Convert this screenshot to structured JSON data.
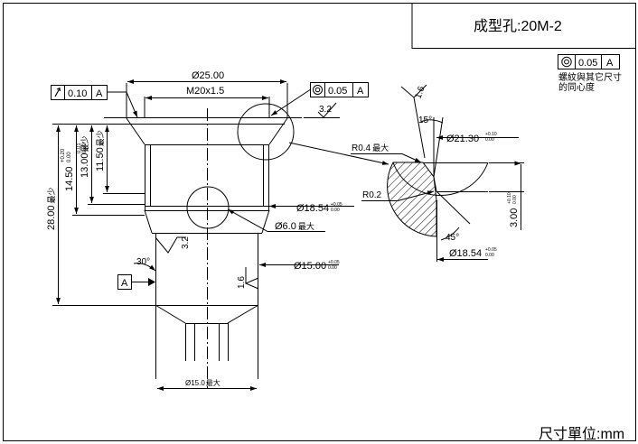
{
  "title_block": {
    "title": "成型孔:20M-2"
  },
  "concentricity_note": {
    "symbol_name": "concentricity-icon",
    "tolerance": "0.05",
    "datum": "A",
    "note_line1": "螺紋與其它尺寸",
    "note_line2": "的同心度"
  },
  "left_view": {
    "runout_frame": {
      "symbol_name": "runout-icon",
      "tolerance": "0.10",
      "datum": "A"
    },
    "concentric_frame": {
      "symbol_name": "concentricity-icon",
      "tolerance": "0.05",
      "datum": "A"
    },
    "dim_dia_25": "Ø25.00",
    "dim_thread": "M20x1.5",
    "finish_top": "3.2",
    "finish_side": "3.2",
    "finish_bottom": "1.6",
    "dim_14_50": "14.50",
    "tol_14_50_upper": "+0.20",
    "tol_14_50_lower": "0.00",
    "dim_13_00": "13.00",
    "tol_13_00_upper": "0.01",
    "tol_13_00_lower": "0.00",
    "dim_13_00_suffix": "最少",
    "dim_11_50": "11.50",
    "dim_11_50_suffix": "最少",
    "dim_28_00": "28.00",
    "dim_28_00_suffix": "最少",
    "dim_dia_18_54": "Ø18.54",
    "tol_18_54_upper": "+0.05",
    "tol_18_54_lower": "0.00",
    "dim_dia_6": "Ø6.0",
    "dim_dia_6_suffix": "最大",
    "dim_dia_15": "Ø15.00",
    "tol_15_upper": "+0.05",
    "tol_15_lower": "0.00",
    "angle_30": "30°",
    "datum_label": "A",
    "dim_bottom_dia": "Ø15.0",
    "dim_bottom_suffix": "最大"
  },
  "detail_view": {
    "finish": "1.6",
    "angle_15": "15°",
    "dim_dia_21_30": "Ø21.30",
    "tol_21_30_upper": "+0.10",
    "tol_21_30_lower": "0.00",
    "radius_04": "R0.4",
    "radius_04_suffix": "最大",
    "radius_02": "R0.2",
    "dim_3_00": "3.00",
    "tol_3_00_upper": "+0.10",
    "tol_3_00_lower": "0.00",
    "angle_45": "45°",
    "dim_dia_18_54": "Ø18.54",
    "tol_18_54_upper": "+0.05",
    "tol_18_54_lower": "0.00"
  },
  "footer": {
    "unit": "尺寸單位:mm"
  }
}
